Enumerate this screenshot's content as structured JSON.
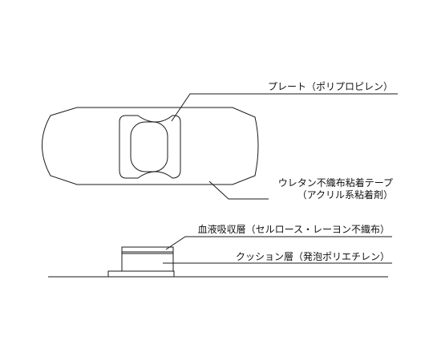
{
  "labels": {
    "plate": "プレート（ポリプロピレン）",
    "urethane_line1": "ウレタン不織布粘着テープ",
    "urethane_line2": "（アクリル系粘着剤）",
    "absorb": "血液吸収層（セルロース・レーヨン不織布）",
    "cushion": "クッション層（発泡ポリエチレン）"
  },
  "colors": {
    "stroke": "#1a1a1a",
    "text": "#111111",
    "background": "#ffffff"
  }
}
